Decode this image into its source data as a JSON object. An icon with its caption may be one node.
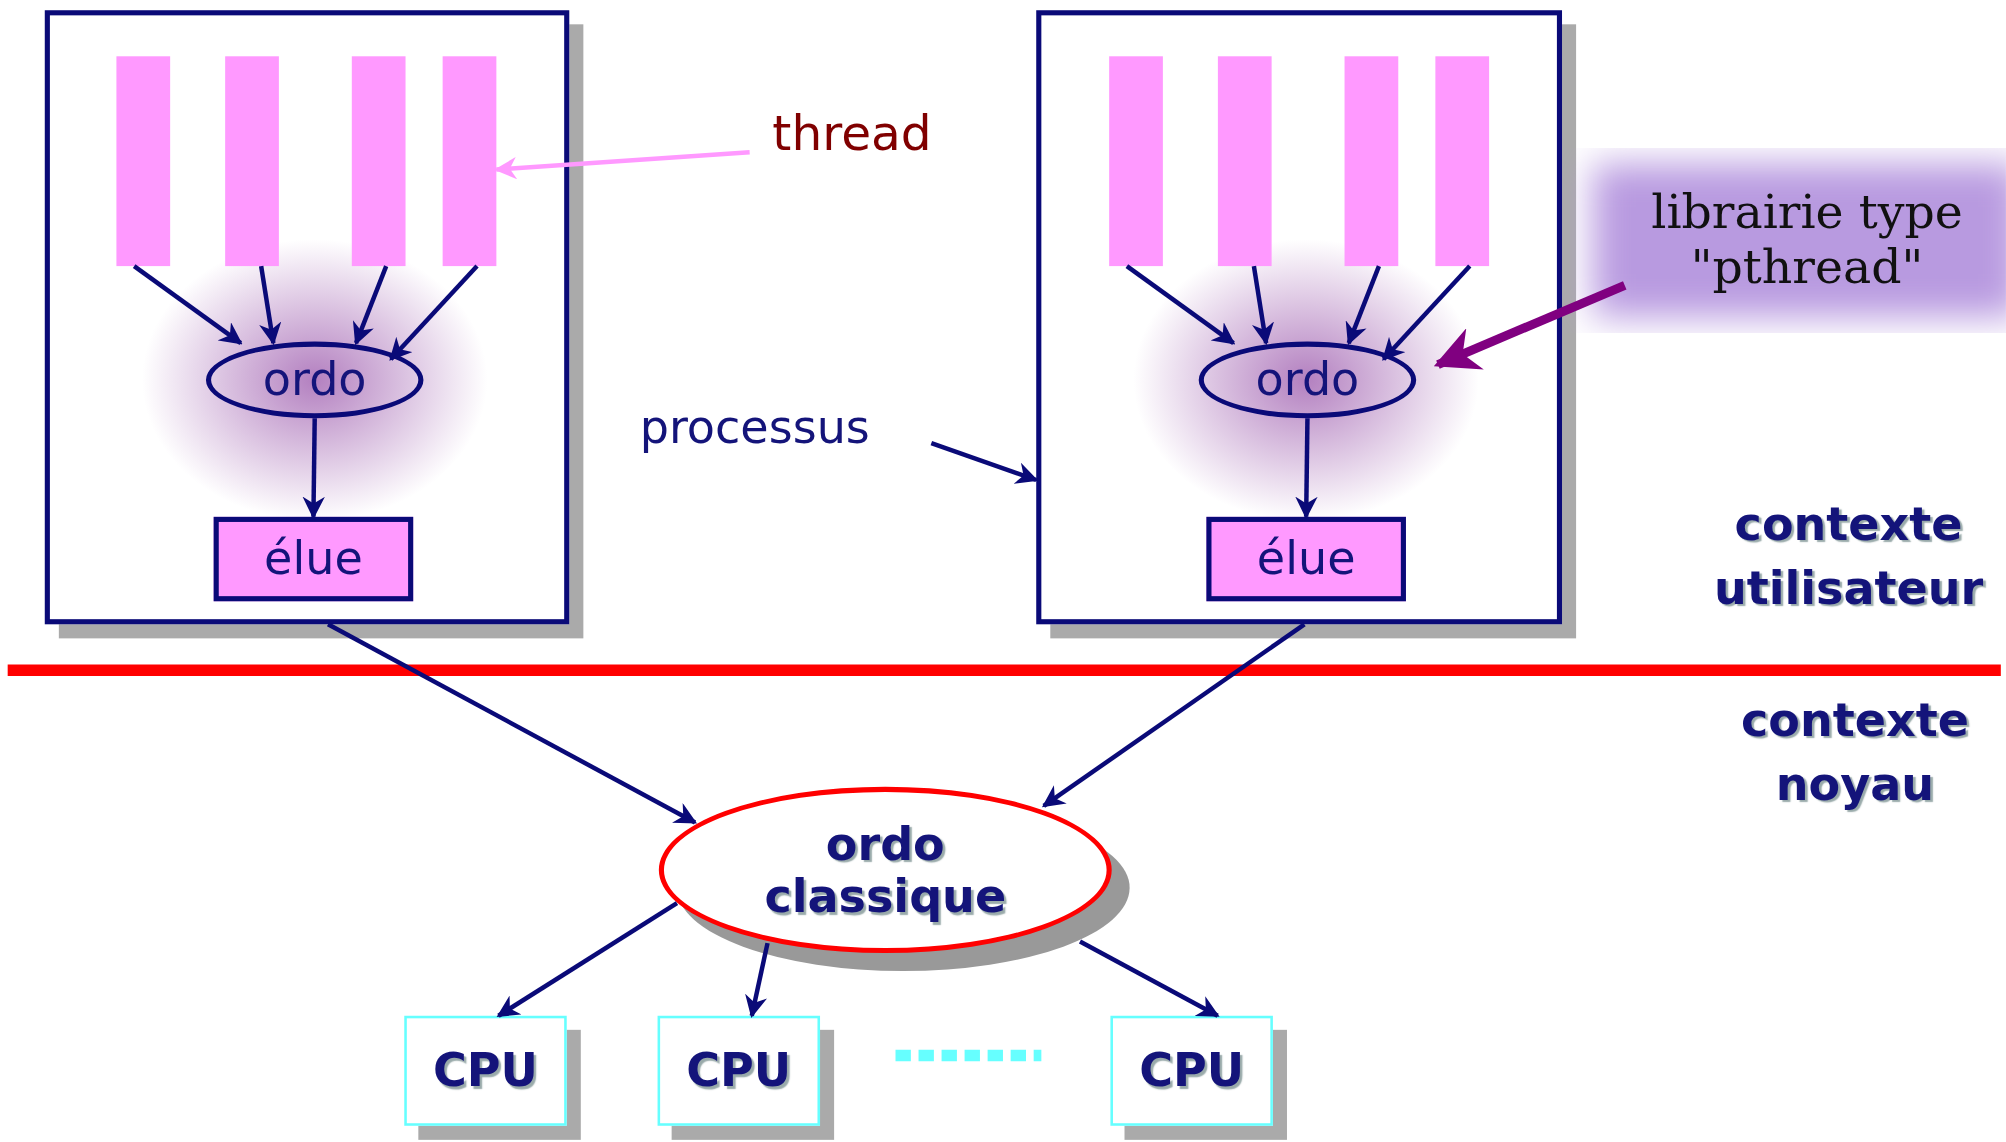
{
  "diagram": {
    "nodes": [
      {
        "text": [],
        "shape": "box"
      },
      {
        "text": [],
        "shape": "bar",
        "in": 0
      },
      {
        "text": [],
        "shape": "bar",
        "in": 0
      },
      {
        "text": [],
        "shape": "bar",
        "in": 0
      },
      {
        "text": [],
        "shape": "bar",
        "in": 0
      },
      {
        "text": [
          "ordo"
        ],
        "in": 0
      },
      {
        "text": [
          "élue"
        ],
        "in": 0
      },
      {
        "text": [],
        "shape": "box"
      },
      {
        "text": [],
        "shape": "bar",
        "in": 7
      },
      {
        "text": [],
        "shape": "bar",
        "in": 7
      },
      {
        "text": [],
        "shape": "bar",
        "in": 7
      },
      {
        "text": [],
        "shape": "bar",
        "in": 7
      },
      {
        "text": [
          "ordo"
        ],
        "in": 7
      },
      {
        "text": [
          "élue"
        ],
        "in": 7
      },
      {
        "text": [
          "ordo classique"
        ]
      },
      {
        "text": [
          "CPU"
        ]
      },
      {
        "text": [
          "CPU"
        ]
      },
      {
        "text": [
          "CPU"
        ]
      },
      {
        "text": [
          "thread"
        ]
      },
      {
        "text": [
          "processus"
        ]
      },
      {
        "text": [
          "librairie type \"pthread\""
        ]
      }
    ],
    "edges": [
      {
        "from": 1,
        "to": 5,
        "arrow": "to"
      },
      {
        "from": 2,
        "to": 5,
        "arrow": "to"
      },
      {
        "from": 3,
        "to": 5,
        "arrow": "to"
      },
      {
        "from": 4,
        "to": 5,
        "arrow": "to"
      },
      {
        "from": 5,
        "to": 6,
        "arrow": "to"
      },
      {
        "from": 8,
        "to": 12,
        "arrow": "to"
      },
      {
        "from": 9,
        "to": 12,
        "arrow": "to"
      },
      {
        "from": 10,
        "to": 12,
        "arrow": "to"
      },
      {
        "from": 11,
        "to": 12,
        "arrow": "to"
      },
      {
        "from": 12,
        "to": 13,
        "arrow": "to"
      },
      {
        "from": 0,
        "to": 14,
        "arrow": "to"
      },
      {
        "from": 7,
        "to": 14,
        "arrow": "to"
      },
      {
        "from": 14,
        "to": 15,
        "arrow": "to"
      },
      {
        "from": 14,
        "to": 16,
        "arrow": "to"
      },
      {
        "from": 14,
        "to": 17,
        "arrow": "to"
      },
      {
        "from": 18,
        "to": 4,
        "arrow": "to",
        "color": "#ff99ff"
      },
      {
        "from": 19,
        "to": 7,
        "arrow": "to"
      },
      {
        "from": 20,
        "to": 12,
        "arrow": "to",
        "style": "thick",
        "color": "#800080"
      }
    ],
    "labels": [
      "contexte utilisateur",
      "contexte noyau"
    ]
  }
}
